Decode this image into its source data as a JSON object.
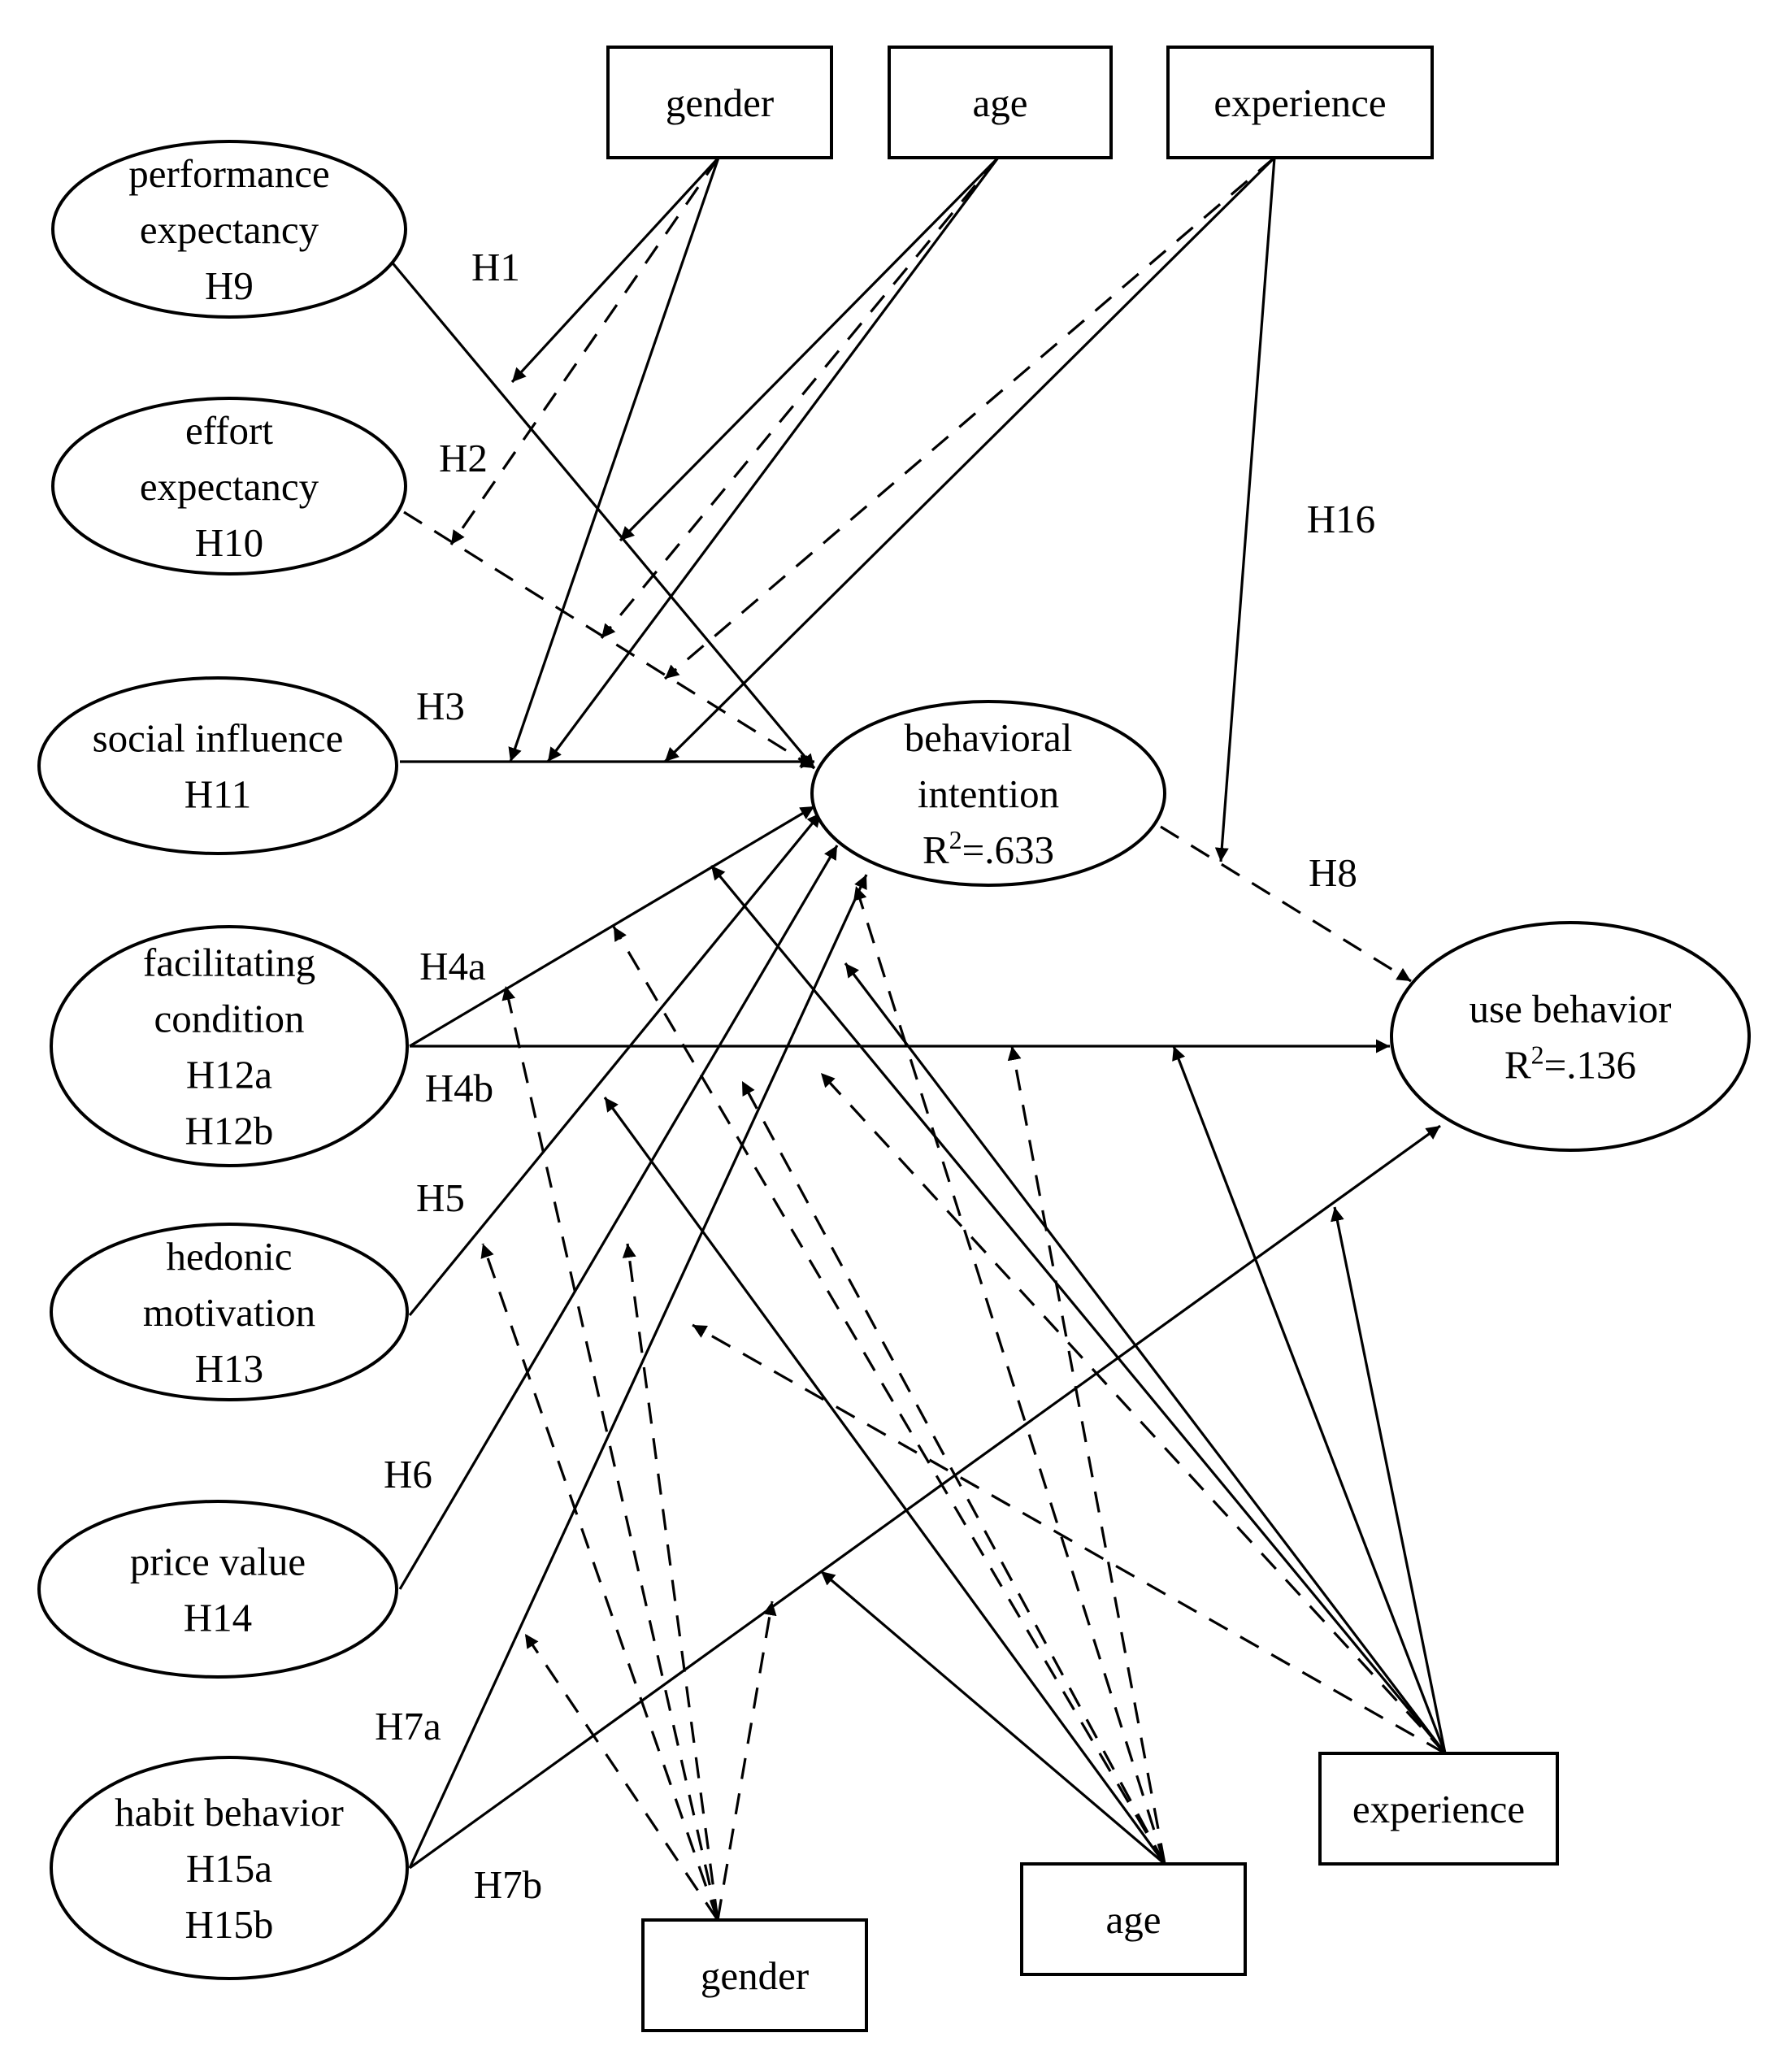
{
  "diagram": {
    "nodes": {
      "pe": {
        "shape": "ellipse",
        "lines": [
          "performance",
          "expectancy",
          "H9"
        ]
      },
      "ee": {
        "shape": "ellipse",
        "lines": [
          "effort",
          "expectancy",
          "H10"
        ]
      },
      "si": {
        "shape": "ellipse",
        "lines": [
          "social influence",
          "H11"
        ]
      },
      "fc": {
        "shape": "ellipse",
        "lines": [
          "facilitating",
          "condition",
          "H12a",
          "H12b"
        ]
      },
      "hm": {
        "shape": "ellipse",
        "lines": [
          "hedonic",
          "motivation",
          "H13"
        ]
      },
      "pv": {
        "shape": "ellipse",
        "lines": [
          "price value",
          "H14"
        ]
      },
      "hb": {
        "shape": "ellipse",
        "lines": [
          "habit behavior",
          "H15a",
          "H15b"
        ]
      },
      "bi": {
        "shape": "ellipse",
        "lines": [
          "behavioral",
          "intention"
        ],
        "r2": {
          "base": "R",
          "sup": "2",
          "rest": "=.633"
        }
      },
      "ub": {
        "shape": "ellipse",
        "lines": [
          "use behavior"
        ],
        "r2": {
          "base": "R",
          "sup": "2",
          "rest": "=.136"
        }
      },
      "gender_top": {
        "shape": "box",
        "lines": [
          "gender"
        ]
      },
      "age_top": {
        "shape": "box",
        "lines": [
          "age"
        ]
      },
      "exp_top": {
        "shape": "box",
        "lines": [
          "experience"
        ]
      },
      "gender_bottom": {
        "shape": "box",
        "lines": [
          "gender"
        ]
      },
      "age_bottom": {
        "shape": "box",
        "lines": [
          "age"
        ]
      },
      "exp_bottom": {
        "shape": "box",
        "lines": [
          "experience"
        ]
      }
    },
    "edges": [
      {
        "from": "pe",
        "to": "bi",
        "style": "solid"
      },
      {
        "from": "ee",
        "to": "bi",
        "style": "dashed"
      },
      {
        "from": "si",
        "to": "bi",
        "style": "solid"
      },
      {
        "from": "fc",
        "to": "bi",
        "style": "solid"
      },
      {
        "from": "fc",
        "to": "ub",
        "style": "solid"
      },
      {
        "from": "hm",
        "to": "bi",
        "style": "solid"
      },
      {
        "from": "pv",
        "to": "bi",
        "style": "solid"
      },
      {
        "from": "hb",
        "to": "bi",
        "style": "solid"
      },
      {
        "from": "hb",
        "to": "ub",
        "style": "solid"
      },
      {
        "from": "bi",
        "to": "ub",
        "style": "dashed"
      },
      {
        "from": "gender_top",
        "to": "pe->bi",
        "style": "solid"
      },
      {
        "from": "gender_top",
        "to": "ee->bi",
        "style": "dashed"
      },
      {
        "from": "gender_top",
        "to": "si->bi",
        "style": "solid"
      },
      {
        "from": "age_top",
        "to": "ee->bi",
        "style": "dashed"
      },
      {
        "from": "age_top",
        "to": "si->bi",
        "style": "solid"
      },
      {
        "from": "age_top",
        "to": "pe->bi",
        "style": "solid"
      },
      {
        "from": "exp_top",
        "to": "ee->bi",
        "style": "dashed"
      },
      {
        "from": "exp_top",
        "to": "si->bi",
        "style": "solid"
      },
      {
        "from": "exp_top",
        "to": "bi->ub",
        "style": "solid"
      },
      {
        "from": "gender_bottom",
        "to": "fc->bi",
        "style": "dashed"
      },
      {
        "from": "gender_bottom",
        "to": "hm->bi",
        "style": "dashed"
      },
      {
        "from": "gender_bottom",
        "to": "pv->bi",
        "style": "dashed"
      },
      {
        "from": "gender_bottom",
        "to": "hb->bi",
        "style": "dashed"
      },
      {
        "from": "gender_bottom",
        "to": "hb->ub",
        "style": "dashed"
      },
      {
        "from": "age_bottom",
        "to": "fc->bi",
        "style": "dashed"
      },
      {
        "from": "age_bottom",
        "to": "hm->bi",
        "style": "solid"
      },
      {
        "from": "age_bottom",
        "to": "pv->bi",
        "style": "dashed"
      },
      {
        "from": "age_bottom",
        "to": "hb->ub",
        "style": "solid"
      },
      {
        "from": "age_bottom",
        "to": "hb->bi",
        "style": "dashed"
      },
      {
        "from": "age_bottom",
        "to": "fc->ub",
        "style": "dashed"
      },
      {
        "from": "exp_bottom",
        "to": "hm->bi",
        "style": "dashed"
      },
      {
        "from": "exp_bottom",
        "to": "pv->bi",
        "style": "dashed"
      },
      {
        "from": "exp_bottom",
        "to": "hb->bi",
        "style": "solid"
      },
      {
        "from": "exp_bottom",
        "to": "bi",
        "style": "solid"
      },
      {
        "from": "exp_bottom",
        "to": "fc->ub",
        "style": "solid"
      },
      {
        "from": "exp_bottom",
        "to": "hb->ub",
        "style": "solid"
      }
    ],
    "edge_labels": {
      "h1": "H1",
      "h2": "H2",
      "h3": "H3",
      "h4a": "H4a",
      "h4b": "H4b",
      "h5": "H5",
      "h6": "H6",
      "h7a": "H7a",
      "h7b": "H7b",
      "h8": "H8",
      "h16": "H16"
    },
    "colors": {
      "stroke": "#000000",
      "background": "#ffffff"
    }
  }
}
